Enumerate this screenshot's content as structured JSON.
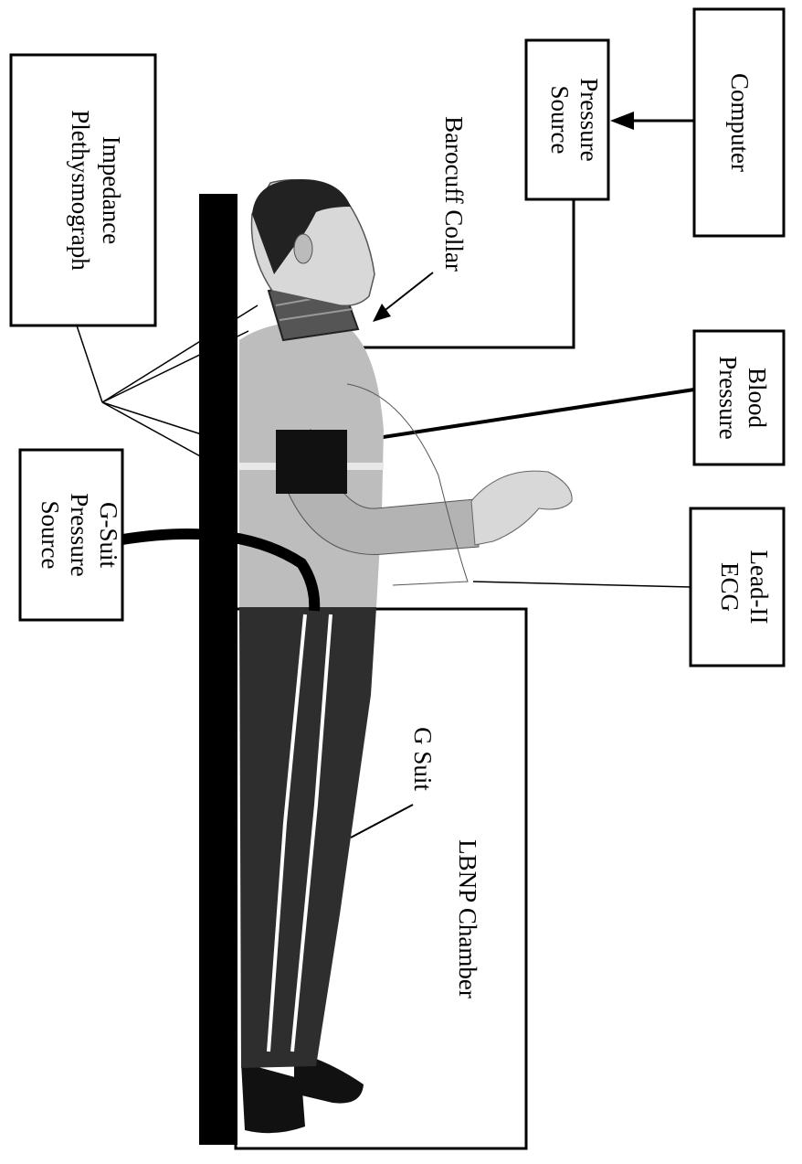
{
  "labels": {
    "computer": [
      "Computer"
    ],
    "pressure_source": [
      "Pressure",
      "Source"
    ],
    "barocuff_collar": [
      "Barocuff Collar"
    ],
    "impedance_plethysmograph": [
      "Impedance",
      "Plethysmograph"
    ],
    "blood_pressure": [
      "Blood",
      "Pressure"
    ],
    "gsuit_pressure_source": [
      "G-Suit",
      "Pressure",
      "Source"
    ],
    "lead_ii_ecg": [
      "Lead-II",
      "ECG"
    ],
    "g_suit": [
      "G Suit"
    ],
    "lbnp_chamber": [
      "LBNP Chamber"
    ]
  },
  "colors": {
    "line": "#000000",
    "skin": "#d8d8d8",
    "shirt": "#bdbdbd",
    "trousers": "#333333",
    "backboard": "#000000"
  }
}
